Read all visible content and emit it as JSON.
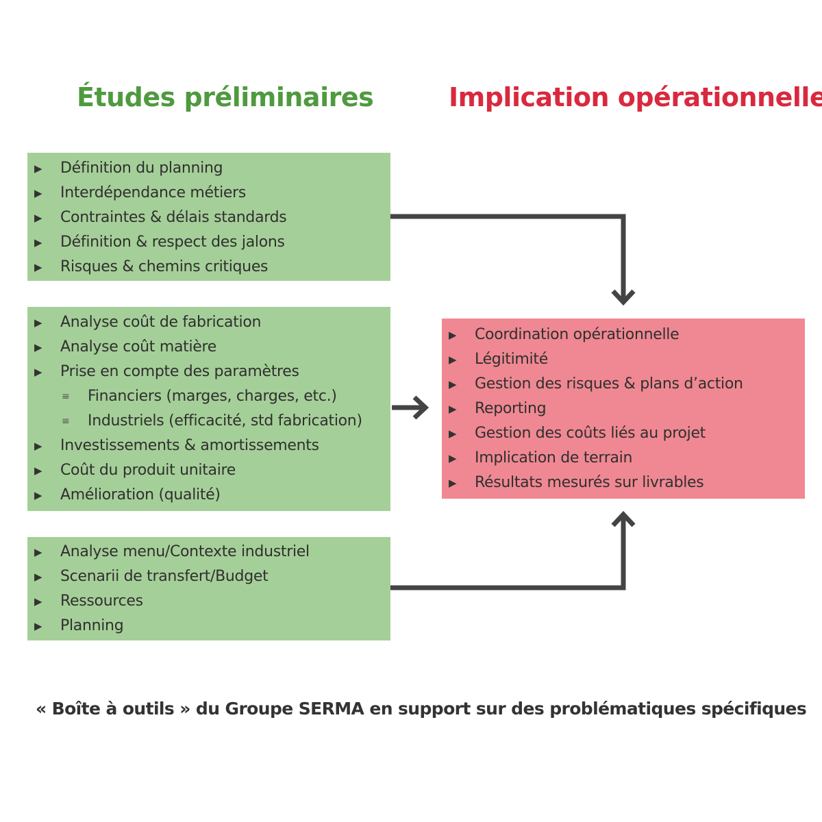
{
  "headings": {
    "left": "Études préliminaires",
    "right": "Implication opérationnelle"
  },
  "bullet_glyphs": {
    "main": "▶",
    "sub": "≡"
  },
  "boxes": {
    "planning": {
      "color": "#a5cf98",
      "items": [
        {
          "label": "Définition du planning",
          "level": 1
        },
        {
          "label": "Interdépendance métiers",
          "level": 1
        },
        {
          "label": "Contraintes & délais standards",
          "level": 1
        },
        {
          "label": "Définition & respect des jalons",
          "level": 1
        },
        {
          "label": "Risques & chemins critiques",
          "level": 1
        }
      ]
    },
    "cost": {
      "color": "#a5cf98",
      "items": [
        {
          "label": "Analyse coût de fabrication",
          "level": 1
        },
        {
          "label": "Analyse coût matière",
          "level": 1
        },
        {
          "label": "Prise en compte des paramètres",
          "level": 1
        },
        {
          "label": "Financiers (marges, charges, etc.)",
          "level": 2
        },
        {
          "label": "Industriels (efficacité, std fabrication)",
          "level": 2
        },
        {
          "label": "Investissements & amortissements",
          "level": 1
        },
        {
          "label": "Coût du produit unitaire",
          "level": 1
        },
        {
          "label": "Amélioration (qualité)",
          "level": 1
        }
      ]
    },
    "transfer": {
      "color": "#a5cf98",
      "items": [
        {
          "label": "Analyse menu/Contexte industriel",
          "level": 1
        },
        {
          "label": "Scenarii de transfert/Budget",
          "level": 1
        },
        {
          "label": "Ressources",
          "level": 1
        },
        {
          "label": "Planning",
          "level": 1
        }
      ]
    },
    "ops": {
      "color": "#ef8892",
      "items": [
        {
          "label": "Coordination opérationnelle",
          "level": 1
        },
        {
          "label": "Légitimité",
          "level": 1
        },
        {
          "label": "Gestion des risques & plans d’action",
          "level": 1
        },
        {
          "label": "Reporting",
          "level": 1
        },
        {
          "label": "Gestion des coûts liés au projet",
          "level": 1
        },
        {
          "label": "Implication de terrain",
          "level": 1
        },
        {
          "label": "Résultats mesurés sur livrables",
          "level": 1
        }
      ]
    }
  },
  "footer": "« Boîte à outils » du Groupe SERMA en support sur des problématiques spécifiques",
  "colors": {
    "heading_left": "#4f9a3f",
    "heading_right": "#d9293e",
    "arrow": "#444444"
  }
}
